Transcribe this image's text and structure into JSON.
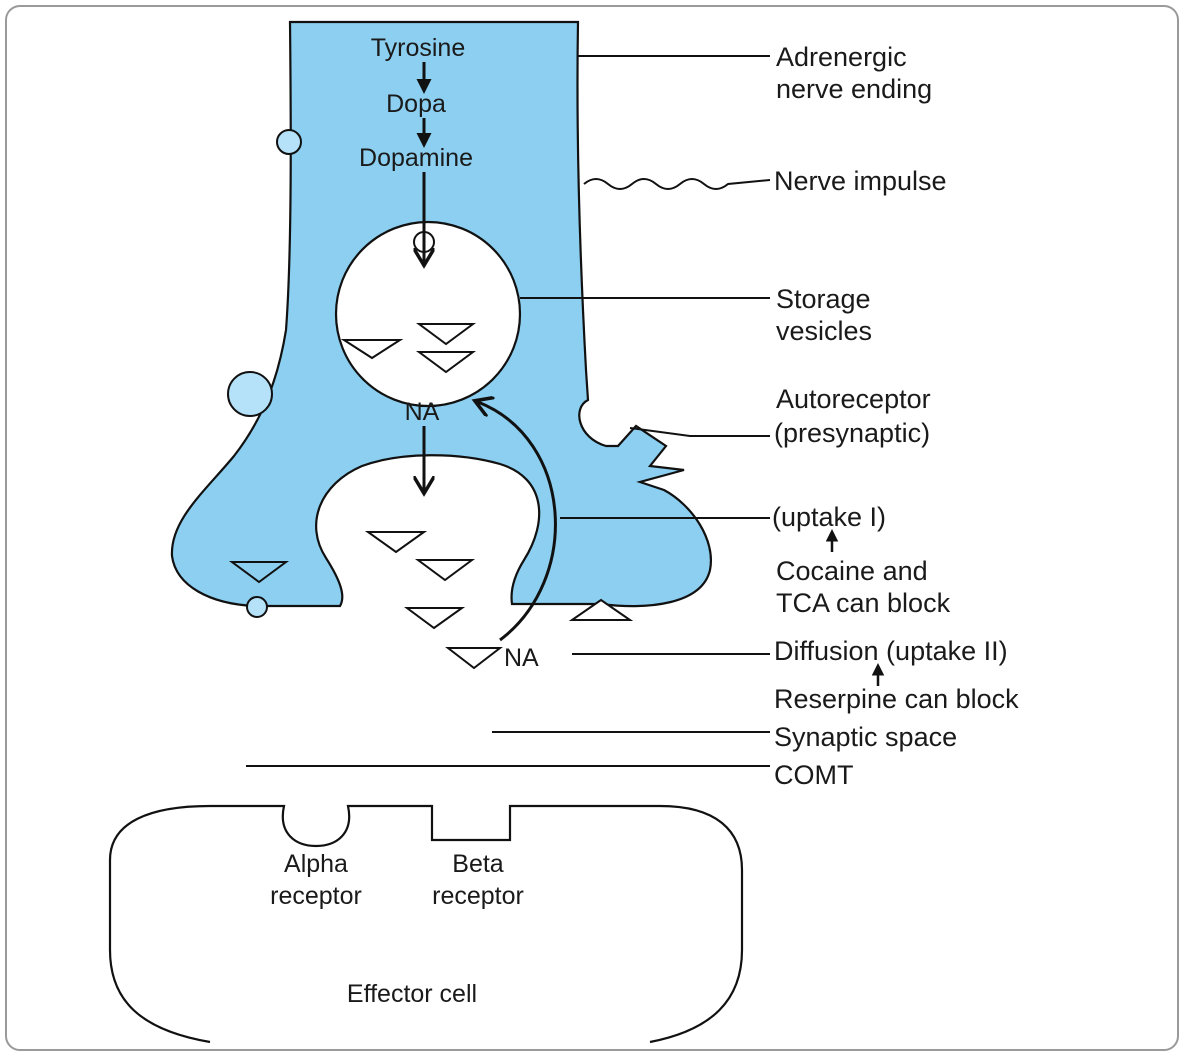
{
  "colors": {
    "axon_fill": "#8ccff0",
    "outline": "#111111",
    "background": "#ffffff",
    "frame_border": "#9a9a9a"
  },
  "pathway": {
    "tyrosine": "Tyrosine",
    "dopa": "Dopa",
    "dopamine": "Dopamine",
    "na_inside": "NA",
    "na_outside": "NA"
  },
  "callouts": {
    "adrenergic_line1": "Adrenergic",
    "adrenergic_line2": "nerve ending",
    "nerve_impulse": "Nerve impulse",
    "storage_line1": "Storage",
    "storage_line2": "vesicles",
    "autoreceptor_line1": "Autoreceptor",
    "autoreceptor_line2": "(presynaptic)",
    "uptake1": "(uptake I)",
    "cocaine_line1": "Cocaine and",
    "cocaine_line2": "TCA can block",
    "diffusion": "Diffusion (uptake II)",
    "reserpine": "Reserpine can block",
    "synaptic_space": "Synaptic space",
    "comt": "COMT"
  },
  "effector": {
    "alpha_line1": "Alpha",
    "alpha_line2": "receptor",
    "beta_line1": "Beta",
    "beta_line2": "receptor",
    "cell_label": "Effector cell"
  }
}
